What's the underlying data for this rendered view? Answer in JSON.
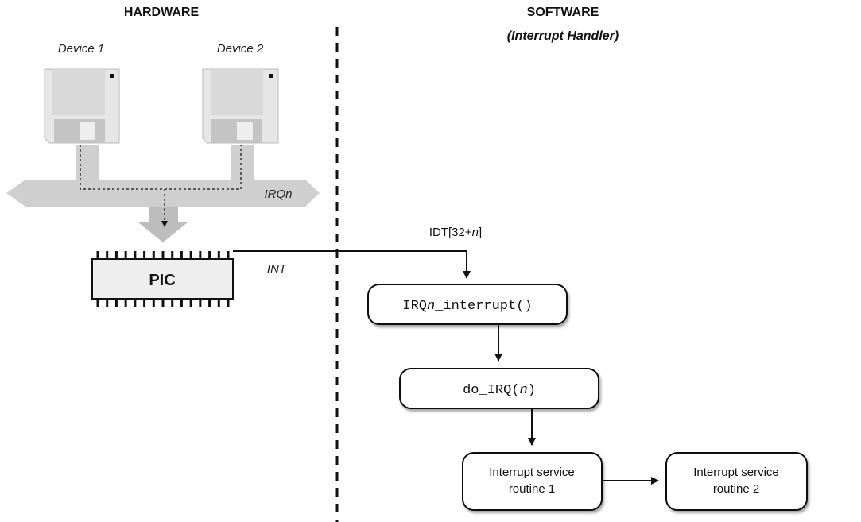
{
  "headers": {
    "hardware": "HARDWARE",
    "software": "SOFTWARE",
    "software_sub": "(Interrupt Handler)"
  },
  "devices": [
    {
      "label": "Device 1",
      "icon": "floppy-disk-icon"
    },
    {
      "label": "Device 2",
      "icon": "floppy-disk-icon"
    }
  ],
  "bus": {
    "label": "IRQn"
  },
  "pic": {
    "label": "PIC"
  },
  "int_line": {
    "label": "INT"
  },
  "idt": {
    "prefix": "IDT[32+",
    "var": "n",
    "suffix": "]"
  },
  "nodes": {
    "irq_interrupt": {
      "prefix": "IRQ",
      "var": "n",
      "suffix": "_interrupt()"
    },
    "do_irq": {
      "prefix": "do_IRQ(",
      "var": "n",
      "suffix": ")"
    },
    "isr1": {
      "line1": "Interrupt service",
      "line2": "routine 1"
    },
    "isr2": {
      "line1": "Interrupt service",
      "line2": "routine 2"
    }
  },
  "colors": {
    "line": "#111111",
    "bus_fill": "#cfcfcf",
    "device_fill": "#e6e6e6",
    "device_shade": "#c4c4c4",
    "pic_fill": "#eeeeee",
    "node_fill": "#ffffff"
  }
}
